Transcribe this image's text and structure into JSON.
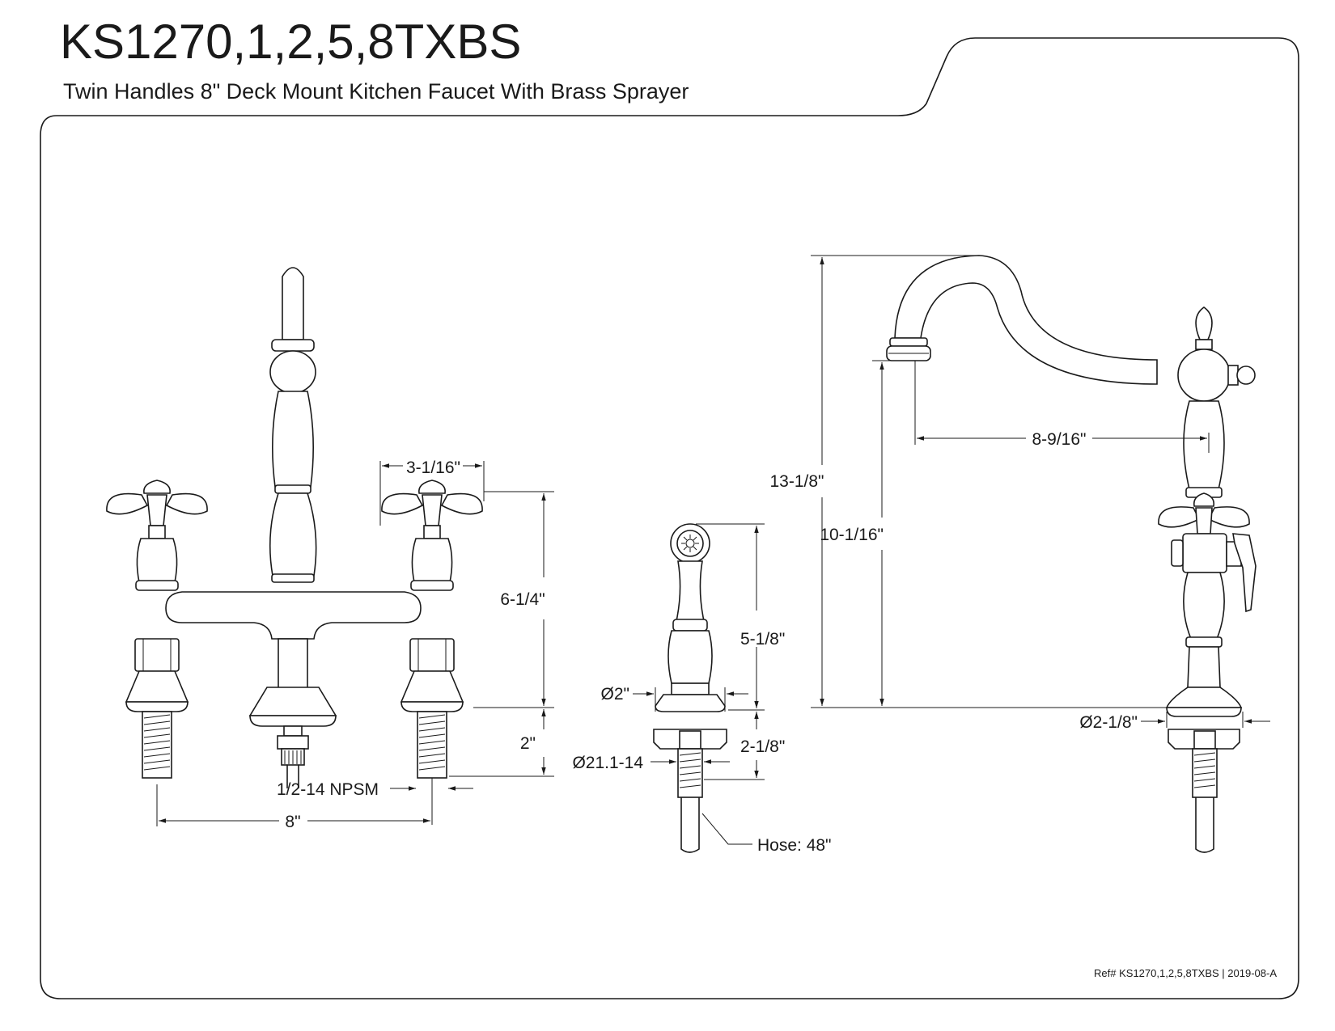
{
  "header": {
    "model": "KS1270,1,2,5,8TXBS",
    "description": "Twin Handles 8\" Deck Mount Kitchen Faucet With Brass Sprayer"
  },
  "front_view": {
    "handle_spread": "3-1/16\"",
    "handle_height": "6-1/4\"",
    "shank_length": "2\"",
    "thread": "1/2-14 NPSM",
    "center_spacing": "8\""
  },
  "sprayer_view": {
    "sprayer_height": "5-1/8\"",
    "base_diameter": "Ø2\"",
    "shank_length": "2-1/8\"",
    "thread": "Ø21.1-14",
    "hose": "Hose: 48\""
  },
  "side_view": {
    "overall_height": "13-1/8\"",
    "spout_height": "10-1/16\"",
    "spout_reach": "8-9/16\"",
    "base_diameter": "Ø2-1/8\""
  },
  "footer": {
    "reference": "Ref# KS1270,1,2,5,8TXBS | 2019-08-A"
  }
}
